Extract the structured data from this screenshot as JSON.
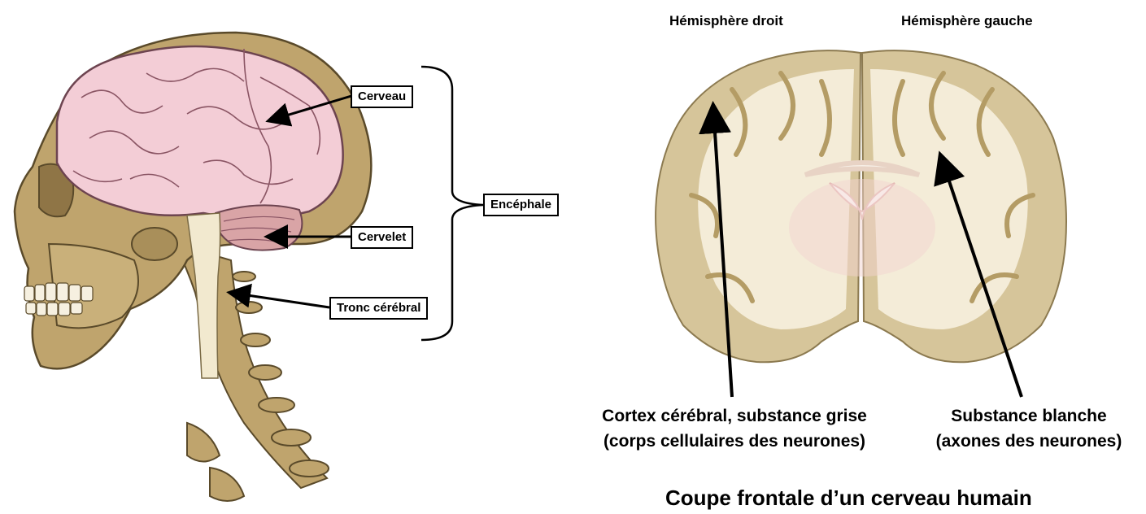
{
  "colors": {
    "skull": "#bfa46d",
    "skull_outline": "#5a4a2a",
    "brain": "#f3cdd6",
    "brain_outline": "#6d4450",
    "cerebellum": "#d9a4a6",
    "brainstem": "#f2e9cf",
    "white_matter": "#f4ecd8",
    "grey_matter": "#d6c59a",
    "ventricle_tint": "#f1d4d0"
  },
  "left_diagram": {
    "labels": {
      "cerveau": "Cerveau",
      "cervelet": "Cervelet",
      "tronc": "Tronc cérébral",
      "encephale": "Encéphale"
    }
  },
  "right_diagram": {
    "hemisphere_right": "Hémisphère droit",
    "hemisphere_left": "Hémisphère gauche",
    "cortex_line1": "Cortex cérébral, substance grise",
    "cortex_line2": "(corps cellulaires des neurones)",
    "white_line1": "Substance blanche",
    "white_line2": "(axones des neurones)",
    "title": "Coupe frontale d’un cerveau humain"
  }
}
